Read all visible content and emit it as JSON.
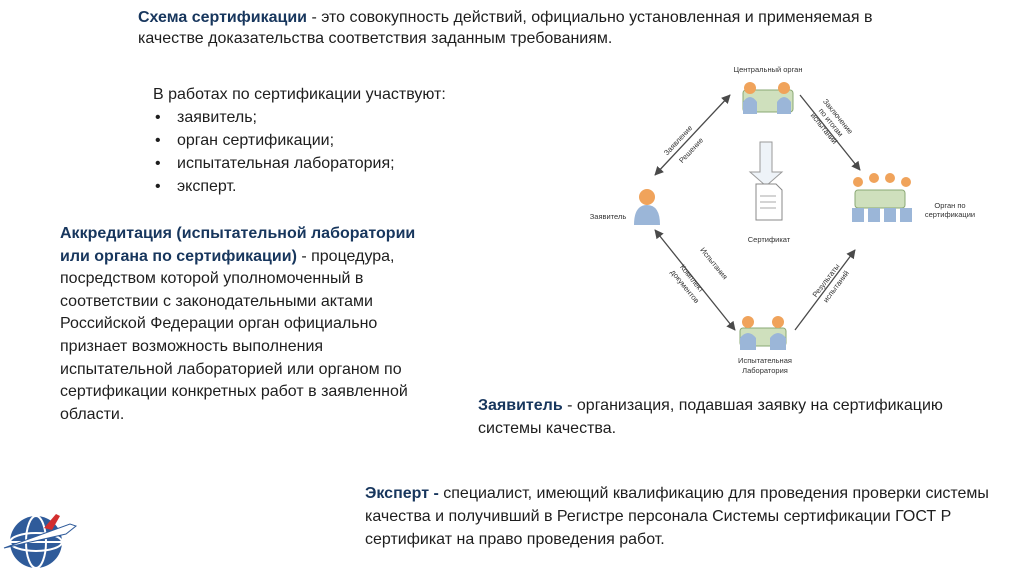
{
  "scheme": {
    "term": "Схема сертификации",
    "text": " - это совокупность действий, официально установленная и применяемая в качестве доказательства соответствия заданным требованиям."
  },
  "participants": {
    "intro": "В работах по сертификации участвуют:",
    "items": [
      "заявитель;",
      "орган сертификации;",
      "испытательная лаборатория;",
      "эксперт."
    ]
  },
  "accreditation": {
    "term": "Аккредитация (испытательной лаборатории или органа по сертификации)",
    "text": " - процедура, посредством которой уполномоченный в соответствии с законодательными актами Российской Федерации орган официально признает возможность выполнения испытательной лабораторией или органом по сертификации конкретных работ в заявленной области."
  },
  "applicant_def": {
    "term": "Заявитель",
    "text": " - организация, подавшая заявку на сертификацию системы качества."
  },
  "expert_def": {
    "term": "Эксперт",
    "dash": " - ",
    "text": "специалист, имеющий квалификацию для проведения проверки системы качества и получивший в Регистре персонала Системы сертификации ГОСТ Р сертификат на право проведения работ."
  },
  "diagram": {
    "nodes": {
      "central": "Центральный орган",
      "applicant": "Заявитель",
      "cert_body": [
        "Орган по",
        "сертификации"
      ],
      "lab": [
        "Испытательная",
        "Лаборатория"
      ],
      "certificate": "Сертификат"
    },
    "edges": {
      "application": "Заявление",
      "decision": "Решение",
      "conclusion": [
        "Заключение",
        "по итогам",
        "испытаний"
      ],
      "tests": "Испытания",
      "docs": [
        "Комплект",
        "документов"
      ],
      "results": [
        "Результаты",
        "испытаний"
      ]
    }
  },
  "colors": {
    "heading": "#17365d",
    "text": "#1e1e1e",
    "figure": "#f0a35b",
    "figure_body": "#9bb6d8",
    "arrow": "#4a4a4a"
  },
  "icons": {
    "logo": "globe-airplane-logo"
  }
}
